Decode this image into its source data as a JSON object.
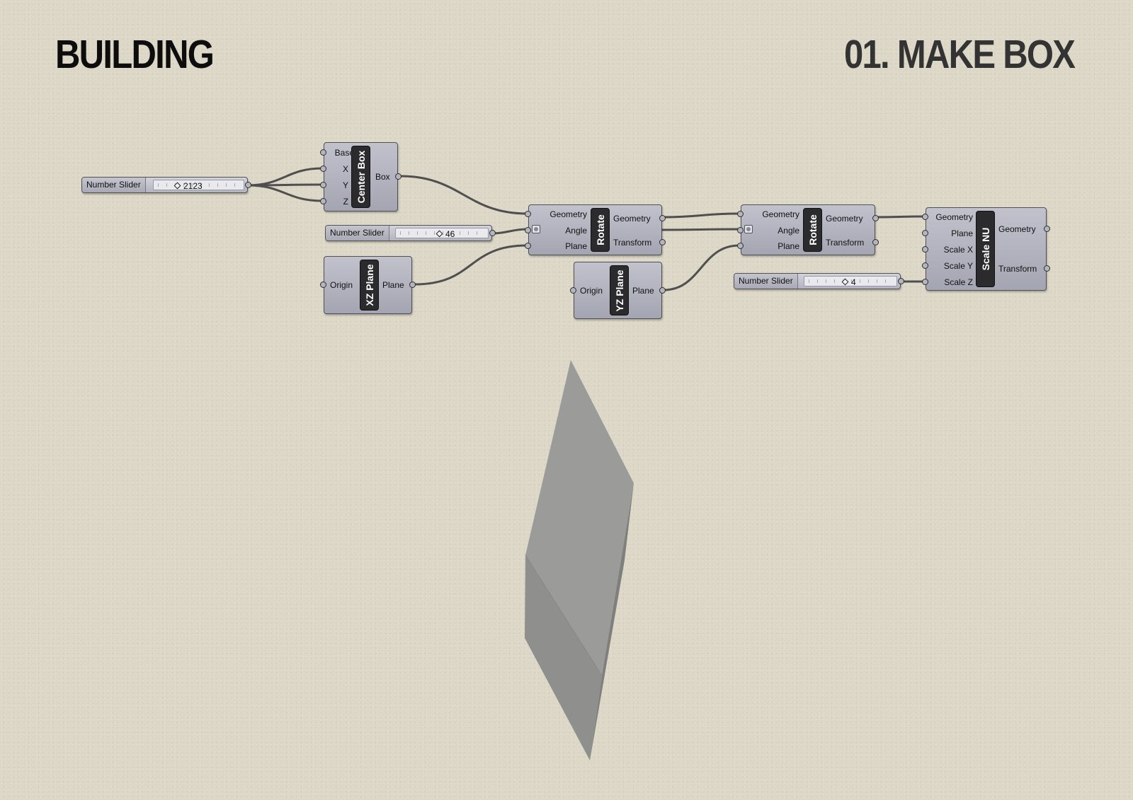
{
  "header": {
    "left_title": "BUILDING",
    "right_title": "01. MAKE BOX"
  },
  "sliders": [
    {
      "label": "Number Slider",
      "value": "2123"
    },
    {
      "label": "Number Slider",
      "value": "46"
    },
    {
      "label": "Number Slider",
      "value": "4"
    }
  ],
  "components": {
    "center_box": {
      "name": "Center Box",
      "inputs": [
        "Base",
        "X",
        "Y",
        "Z"
      ],
      "outputs": [
        "Box"
      ]
    },
    "rotate_1": {
      "name": "Rotate",
      "inputs": [
        "Geometry",
        "Angle",
        "Plane"
      ],
      "outputs": [
        "Geometry",
        "Transform"
      ]
    },
    "rotate_2": {
      "name": "Rotate",
      "inputs": [
        "Geometry",
        "Angle",
        "Plane"
      ],
      "outputs": [
        "Geometry",
        "Transform"
      ]
    },
    "xz_plane": {
      "name": "XZ Plane",
      "inputs": [
        "Origin"
      ],
      "outputs": [
        "Plane"
      ]
    },
    "yz_plane": {
      "name": "YZ Plane",
      "inputs": [
        "Origin"
      ],
      "outputs": [
        "Plane"
      ]
    },
    "scale_nu": {
      "name": "Scale NU",
      "inputs": [
        "Geometry",
        "Plane",
        "Scale X",
        "Scale Y",
        "Scale Z"
      ],
      "outputs": [
        "Geometry",
        "Transform"
      ]
    }
  },
  "colors": {
    "background": "#dcd7c6",
    "wire": "#555555",
    "component_body": "#b4b5bf",
    "component_bar": "#2b2b2e",
    "shape_face_light": "#9c9c9a",
    "shape_face_dark": "#8a8a88",
    "shape_face_edge": "#7c7c7a"
  }
}
